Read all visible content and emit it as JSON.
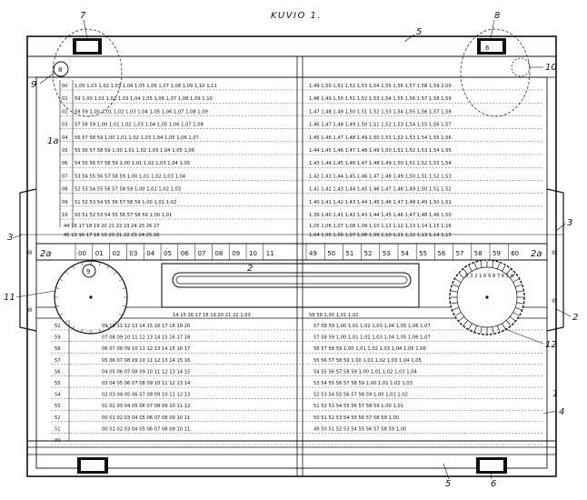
{
  "title": "KUVIO 1.",
  "ref_labels": {
    "n7": "7",
    "n5": "5",
    "n8": "8",
    "n9": "9",
    "n10": "10",
    "n1a": "1a",
    "n3l": "3",
    "n3r": "3",
    "n2a_l": "2a",
    "n2a_r": "2a",
    "n2": "2",
    "n11": "11",
    "n2r": "2",
    "n12": "12",
    "n1": "1",
    "n4": "4",
    "n5b": "5",
    "n6": "6"
  },
  "circle_labels": {
    "c8": "8",
    "c9": "9"
  },
  "slot_label": "6",
  "theta": "⊖",
  "upper_row_labels": [
    "00",
    "01",
    "02",
    "03",
    "04",
    "05",
    "06",
    "07",
    "08",
    "09",
    "10"
  ],
  "upper_left_rows": [
    "1,00 1,03 1,02 1,03 1,04 1,05 1,06 1,07 1,08 1,09 1,10 1,11",
    "59 1,00 1,01 1,02 1,03 1,04 1,05 1,06 1,07 1,08 1,09 1,10",
    "58 59 1,00 1,01 1,02 1,03 1,04 1,05 1,06 1,07 1,08 1,09",
    "57 58 59 1,00 1,01 1,02 1,03 1,04 1,05 1,06 1,07 1,08",
    "56 57 58 59 1,00 1,01 1,02 1,03 1,04 1,05 1,06 1,07",
    "55 56 57 58 59 1,00 1,01 1,02 1,03 1,04 1,05 1,06",
    "54 55 56 57 58 59 1,00 1,01 1,02 1,03 1,04 1,05",
    "53 54 55 56 57 58 59 1,00 1,01 1,02 1,03 1,04",
    "52 53 54 55 56 57 58 59 1,00 1,01 1,02 1,03",
    "51 52 53 54 55 56 57 58 59 1,00 1,01 1,02",
    "50 51 52 53 54 55 56 57 58 59 1,00 1,01"
  ],
  "upper_right_rows": [
    "1,49 1,50 1,51 1,52 1,53 1,54 1,55 1,56 1,57 1,58 1,59 2,00",
    "1,48 1,49 1,50 1,51 1,52 1,53 1,54 1,55 1,56 1,57 1,58 1,59",
    "1,47 1,48 1,49 1,50 1,51 1,52 1,53 1,54 1,55 1,56 1,57 1,58",
    "1,46 1,47 1,48 1,49 1,50 1,51 1,52 1,53 1,54 1,55 1,56 1,57",
    "1,45 1,46 1,47 1,48 1,49 1,50 1,51 1,52 1,53 1,54 1,55 1,56",
    "1,44 1,45 1,46 1,47 1,48 1,49 1,50 1,51 1,52 1,53 1,54 1,55",
    "1,43 1,44 1,45 1,46 1,47 1,48 1,49 1,50 1,51 1,52 1,53 1,54",
    "1,42 1,43 1,44 1,45 1,46 1,47 1,48 1,49 1,50 1,51 1,52 1,53",
    "1,41 1,42 1,43 1,44 1,45 1,46 1,47 1,48 1,49 1,50 1,51 1,52",
    "1,40 1,41 1,42 1,43 1,44 1,45 1,46 1,47 1,48 1,49 1,50 1,51",
    "1,39 1,40 1,41 1,42 1,43 1,44 1,45 1,46 1,47 1,48 1,49 1,50"
  ],
  "mid_left_rows": [
    "44 16 17 18 19 20 21 22 23 24 25 26 27",
    "45 15 16 17 18 19 20 21 22 23 24 25 26"
  ],
  "mid_right_rows": [
    "1,05 1,06 1,07 1,08 1,09 1,10 1,11 1,12 1,13 1,14 1,15 1,16",
    "1,04 1,05 1,06 1,07 1,08 1,09 1,10 1,11 1,12 1,13 1,14 1,15"
  ],
  "scale_left": [
    "00",
    "01",
    "02",
    "03",
    "04",
    "05",
    "06",
    "07",
    "08",
    "09",
    "10",
    "11"
  ],
  "scale_right": [
    "49",
    "50",
    "51",
    "52",
    "53",
    "54",
    "55",
    "56",
    "57",
    "58",
    "59",
    "60"
  ],
  "window_row": "14 15 16 17 18 19 20 21 22 1,03",
  "window_row_right": "58 59 1,00 1,01 1,02",
  "lower_row_labels": [
    "52",
    "59",
    "58",
    "57",
    "56",
    "55",
    "54",
    "53",
    "52",
    "51",
    "00"
  ],
  "lower_left_rows": [
    "09 10 11 12 13 14 15 16 17 18 19 20",
    "07 08 09 10 11 12 13 14 15 16 17 18",
    "06 07 08 09 10 11 12 13 14 15 16 17",
    "05 06 07 08 09 10 11 12 13 14 15 16",
    "04 05 06 07 08 09 10 11 12 13 14 15",
    "03 04 05 06 07 08 09 10 11 12 13 14",
    "02 03 04 05 06 07 08 09 10 11 12 13",
    "01 02 03 04 05 06 07 08 09 10 11 12",
    "00 01 02 03 04 05 06 07 08 09 10 11",
    "00 01 02 03 04 05 06 07 08 09 10 11"
  ],
  "lower_right_rows": [
    "57 58 59 1,00 1,01 1,02 1,03 1,04 1,05 1,06 1,07",
    "57 58 59 1,00 1,01 1,02 1,03 1,04 1,05 1,06 1,07",
    "56 57 58 59 1,00 1,01 1,02 1,03 1,04 1,05 1,06",
    "55 56 57 58 59 1,00 1,01 1,02 1,03 1,04 1,05",
    "54 55 56 57 58 59 1,00 1,01 1,02 1,03 1,04",
    "53 54 55 56 57 58 59 1,00 1,01 1,02 1,03",
    "52 53 54 55 56 57 58 59 1,00 1,01 1,02",
    "51 52 53 54 55 56 57 58 59 1,00 1,01",
    "50 51 52 53 54 55 56 57 58 59 1,00",
    "49 50 51 52 53 54 55 56 57 58 59 1,00"
  ],
  "dial_letters": "B 3 2 1 0 9 8 7 6 5 4"
}
